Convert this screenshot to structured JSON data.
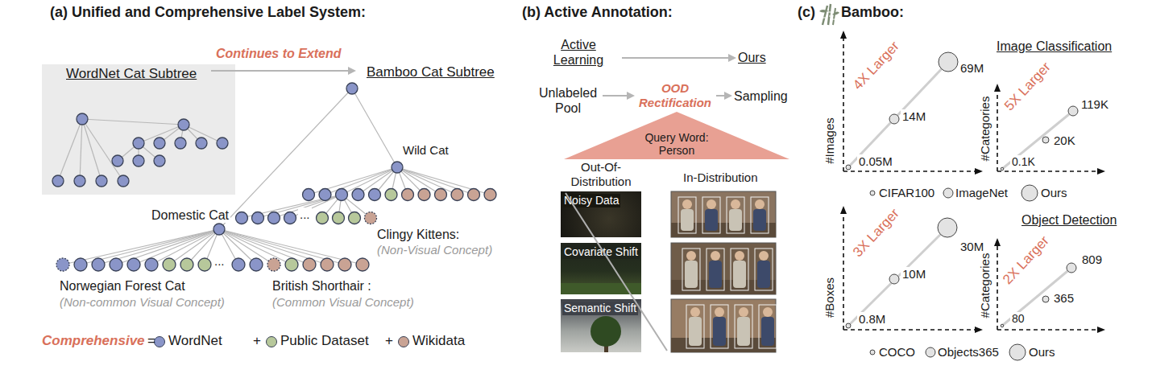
{
  "diagram": {
    "nodes": [
      {
        "text": [
          "WordNet Cat Subtree"
        ]
      },
      {
        "text": [
          "Query Word: Person"
        ]
      },
      {
        "text": [
          "Noisy Data"
        ]
      },
      {
        "text": [
          "Covariate Shift"
        ]
      },
      {
        "text": [
          "Semantic Shift"
        ]
      }
    ],
    "labels": [
      "(a) Unified and Comprehensive Label System:",
      "Continues to Extend",
      "Bamboo Cat Subtree",
      "Wild Cat",
      "...",
      "Clingy Kittens:",
      "(Non-Visual Concept)",
      "Domestic Cat",
      "...",
      "Norwegian Forest Cat",
      "(Non-common Visual Concept)",
      "British Shorthair :",
      "(Common Visual Concept)",
      "Comprehensive",
      "=",
      "+",
      "+",
      "(b) Active Annotation:",
      "Active Learning",
      "Ours",
      "Unlabeled Pool",
      "OOD Rectification",
      "Sampling",
      "Out-Of-Distribution",
      "In-Distribution",
      "(c)",
      "Bamboo:",
      "Image Classification",
      "#Images",
      "4X Larger",
      "69M",
      "14M",
      "0.05M",
      "#Categories",
      "5X Larger",
      "119K",
      "20K",
      "0.1K",
      "Object Detection",
      "#Boxes",
      "3X Larger",
      "30M",
      "10M",
      "0.8M",
      "#Categories",
      "2X Larger",
      "809",
      "365",
      "80"
    ],
    "legend": [
      {
        "text": "WordNet",
        "color": "#8a95c8"
      },
      {
        "text": "Public Dataset",
        "color": "#b7c89b"
      },
      {
        "text": "Wikidata",
        "color": "#c9a394"
      },
      {
        "text": "CIFAR100"
      },
      {
        "text": "ImageNet"
      },
      {
        "text": "Ours"
      },
      {
        "text": "COCO"
      },
      {
        "text": "Objects365"
      },
      {
        "text": "Ours"
      }
    ]
  }
}
